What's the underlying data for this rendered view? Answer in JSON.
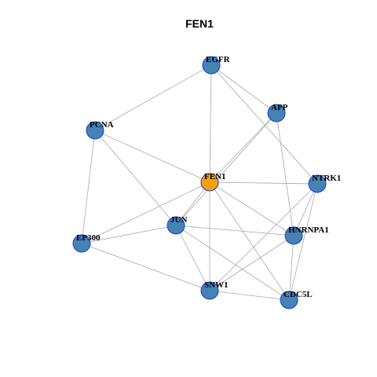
{
  "title": "FEN1",
  "colors": {
    "hub": "#f5a00f",
    "node": "#4682b4",
    "node_stroke": "#1a3fd1",
    "edge": "#a8a8a8"
  },
  "nodes": [
    {
      "id": "EGFR",
      "label": "EGFR",
      "hub": false
    },
    {
      "id": "APP",
      "label": "APP",
      "hub": false
    },
    {
      "id": "PCNA",
      "label": "PCNA",
      "hub": false
    },
    {
      "id": "FEN1",
      "label": "FEN1",
      "hub": true
    },
    {
      "id": "NTRK1",
      "label": "NTRK1",
      "hub": false
    },
    {
      "id": "JUN",
      "label": "JUN",
      "hub": false
    },
    {
      "id": "HNRNPA1",
      "label": "HNRNPA1",
      "hub": false
    },
    {
      "id": "EP300",
      "label": "EP300",
      "hub": false
    },
    {
      "id": "SNW1",
      "label": "SNW1",
      "hub": false
    },
    {
      "id": "CDC5L",
      "label": "CDC5L",
      "hub": false
    }
  ],
  "edges": [
    [
      "EGFR",
      "PCNA"
    ],
    [
      "EGFR",
      "APP"
    ],
    [
      "EGFR",
      "NTRK1"
    ],
    [
      "EGFR",
      "FEN1"
    ],
    [
      "APP",
      "FEN1"
    ],
    [
      "APP",
      "JUN"
    ],
    [
      "APP",
      "HNRNPA1"
    ],
    [
      "PCNA",
      "FEN1"
    ],
    [
      "PCNA",
      "EP300"
    ],
    [
      "PCNA",
      "JUN"
    ],
    [
      "FEN1",
      "NTRK1"
    ],
    [
      "FEN1",
      "JUN"
    ],
    [
      "FEN1",
      "HNRNPA1"
    ],
    [
      "FEN1",
      "EP300"
    ],
    [
      "FEN1",
      "SNW1"
    ],
    [
      "FEN1",
      "CDC5L"
    ],
    [
      "NTRK1",
      "HNRNPA1"
    ],
    [
      "NTRK1",
      "CDC5L"
    ],
    [
      "NTRK1",
      "SNW1"
    ],
    [
      "JUN",
      "EP300"
    ],
    [
      "JUN",
      "HNRNPA1"
    ],
    [
      "JUN",
      "SNW1"
    ],
    [
      "JUN",
      "CDC5L"
    ],
    [
      "HNRNPA1",
      "SNW1"
    ],
    [
      "HNRNPA1",
      "CDC5L"
    ],
    [
      "EP300",
      "SNW1"
    ],
    [
      "SNW1",
      "CDC5L"
    ]
  ]
}
